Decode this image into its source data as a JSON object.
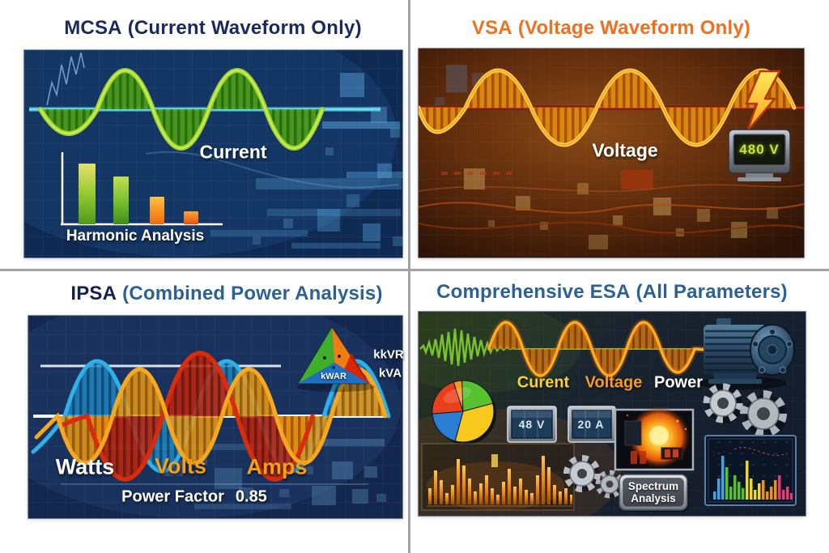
{
  "titles": {
    "mcsa": {
      "acronym": "MCSA",
      "rest": "(Current Waveform Only)"
    },
    "vsa": {
      "acronym": "VSA",
      "rest": "(Voltage Waveform Only)"
    },
    "ipsa": {
      "acronym": "IPSA",
      "rest": "(Combined Power Analysis)"
    },
    "esa": {
      "acronym": "Comprehensive ESA",
      "rest": "(All Parameters)"
    }
  },
  "mcsa": {
    "wave_label": "Current",
    "chart_label": "Harmonic Analysis"
  },
  "vsa": {
    "wave_label": "Voltage",
    "meter_value": "480 V"
  },
  "ipsa": {
    "watts_label": "Watts",
    "volts_label": "Volts",
    "amps_label": "Amps",
    "power_factor_label": "Power Factor",
    "power_factor_value": "0.85",
    "triangle_label_top": "kkVR",
    "triangle_label_bottom": "kVA",
    "triangle_inner_label": "kWAR"
  },
  "esa": {
    "current_label": "Curent",
    "voltage_label": "Voltage",
    "power_label": "Power",
    "voltage_meter_value": "48 V",
    "current_meter_value": "20 A",
    "button_line1": "Spectrum",
    "button_line2": "Analysis"
  },
  "colors": {
    "title_navy": "#1b2a5e",
    "title_orange": "#f26f1d",
    "title_blue": "#2b6196",
    "mcsa_wave_green": "#8dc63f",
    "vsa_wave_orange": "#f7941d",
    "ipsa_wave_blue": "#2aa7dc",
    "ipsa_wave_red": "#d6290e",
    "ipsa_wave_orange": "#f6a21c",
    "meter_green": "#c8e62e"
  }
}
